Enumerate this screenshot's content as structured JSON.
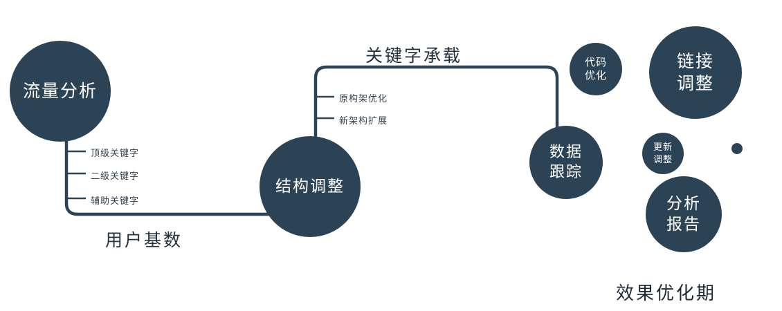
{
  "nodes": {
    "traffic": {
      "label": "流量分析"
    },
    "structure": {
      "label": "结构调整"
    },
    "data_tracking": {
      "label": "数据\n跟踪"
    },
    "code_opt": {
      "label": "代码\n优化"
    },
    "link_adjust": {
      "label": "链接\n调整"
    },
    "update_adjust": {
      "label": "更新\n调整"
    },
    "analysis_report": {
      "label": "分析\n报告"
    }
  },
  "branches": {
    "left": [
      "顶级关键字",
      "二级关键字",
      "辅助关键字"
    ],
    "middle": [
      "原构架优化",
      "新架构扩展"
    ]
  },
  "edge_labels": {
    "user_base": "用户基数",
    "keyword_bearing": "关键字承载"
  },
  "footer": {
    "phase_label": "效果优化期"
  },
  "colors": {
    "primary": "#2c4356",
    "text_dark": "#243240"
  }
}
